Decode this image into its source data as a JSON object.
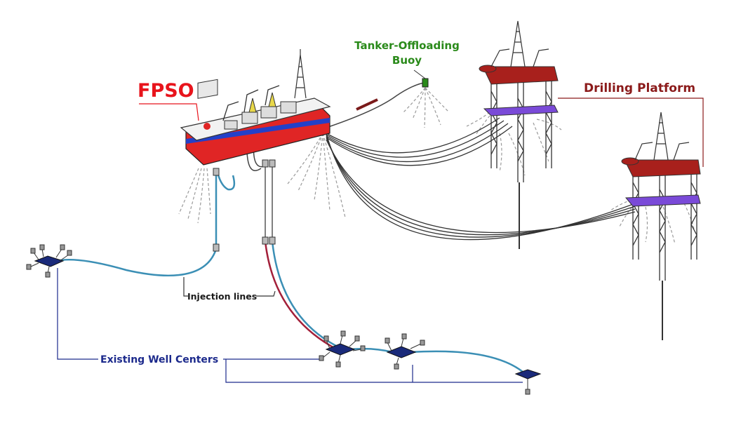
{
  "labels": {
    "fpso": "FPSO",
    "buoy_line1": "Tanker-Offloading",
    "buoy_line2": "Buoy",
    "drilling": "Drilling Platform",
    "injection": "Injection lines",
    "wells": "Existing Well Centers"
  },
  "colors": {
    "fpso_label": "#e8141c",
    "buoy_label": "#2a8a1a",
    "drilling_label": "#8b1a1a",
    "injection_label": "#1a1a1a",
    "wells_label": "#1c2a8c",
    "riser_blue": "#3b8fb5",
    "riser_red": "#a3203a",
    "hull_red": "#e02525",
    "hull_blue": "#2340c8",
    "deck_red": "#a8201c",
    "pontoon_purple": "#7a4ad8",
    "manifold_blue": "#1a2a7a",
    "mooring_grey": "#999999",
    "pipeline": "#333333"
  }
}
